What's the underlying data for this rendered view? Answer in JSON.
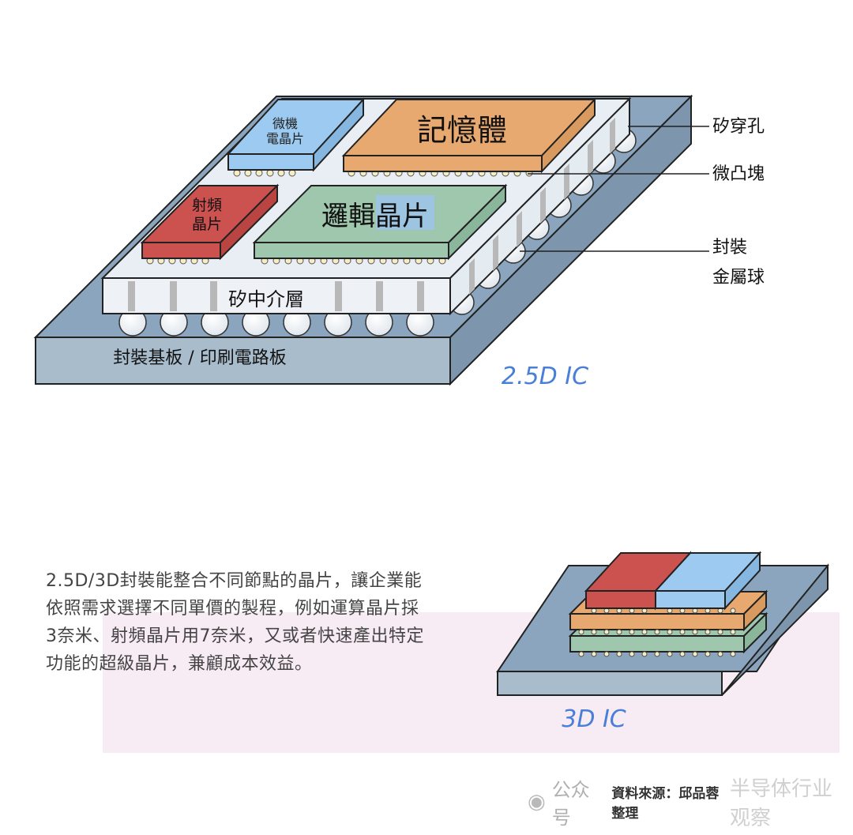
{
  "diagram_25d": {
    "title": "2.5D IC",
    "chips": {
      "micro": "微機\n電晶片",
      "micro_line1": "微機",
      "micro_line2": "電晶片",
      "memory": "記憶體",
      "rf_line1": "射頻",
      "rf_line2": "晶片",
      "logic": "邏輯晶片"
    },
    "interposer": "矽中介層",
    "substrate": "封裝基板 / 印刷電路板",
    "callouts": {
      "tsv": "矽穿孔",
      "microbump": "微凸塊",
      "ball_line1": "封裝",
      "ball_line2": "金屬球"
    }
  },
  "diagram_3d": {
    "title": "3D IC"
  },
  "description": "2.5D/3D封裝能整合不同節點的晶片，讓企業能依照需求選擇不同單價的製程，例如運算晶片採3奈米、射頻晶片用7奈米，又或者快速產出特定功能的超級晶片，兼顧成本效益。",
  "description_lines": [
    "2.5D/3D封裝能整合不同節點的晶片，讓企業能",
    "依照需求選擇不同單價的製程，例如運算晶片採",
    "3奈米、射頻晶片用7奈米，又或者快速產出特定",
    "功能的超級晶片，兼顧成本效益。"
  ],
  "footer": {
    "wechat_label": "公众号",
    "source": "資料來源：邱品蓉整理",
    "faint_text": "半导体行业观察"
  },
  "colors": {
    "substrate_top": "#8aa5bd",
    "substrate_front": "#a9bccc",
    "interposer": "#e8eef3",
    "memory": "#e8a970",
    "micro": "#9ccaf0",
    "rf": "#cc524f",
    "logic": "#9fc7ae",
    "label_blue": "#4a7fd8"
  }
}
